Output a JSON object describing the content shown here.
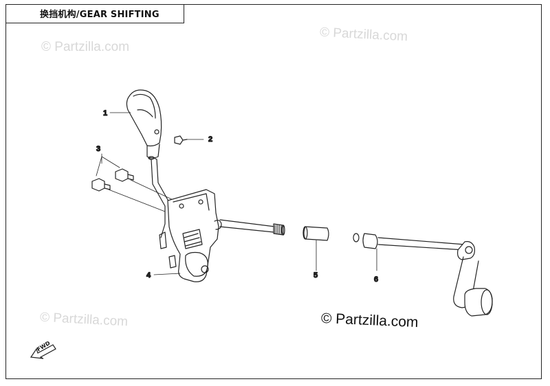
{
  "title": "换挡机构/GEAR SHIFTING",
  "watermarks": [
    "© Partzilla.com",
    "© Partzilla.com",
    "© Partzilla.com"
  ],
  "watermark_main": "© Partzilla.com",
  "fwd_label": "FWD",
  "callouts": [
    "1",
    "2",
    "3",
    "4",
    "5",
    "6"
  ],
  "colors": {
    "line": "#222222",
    "watermark": "#d8d8d8"
  }
}
